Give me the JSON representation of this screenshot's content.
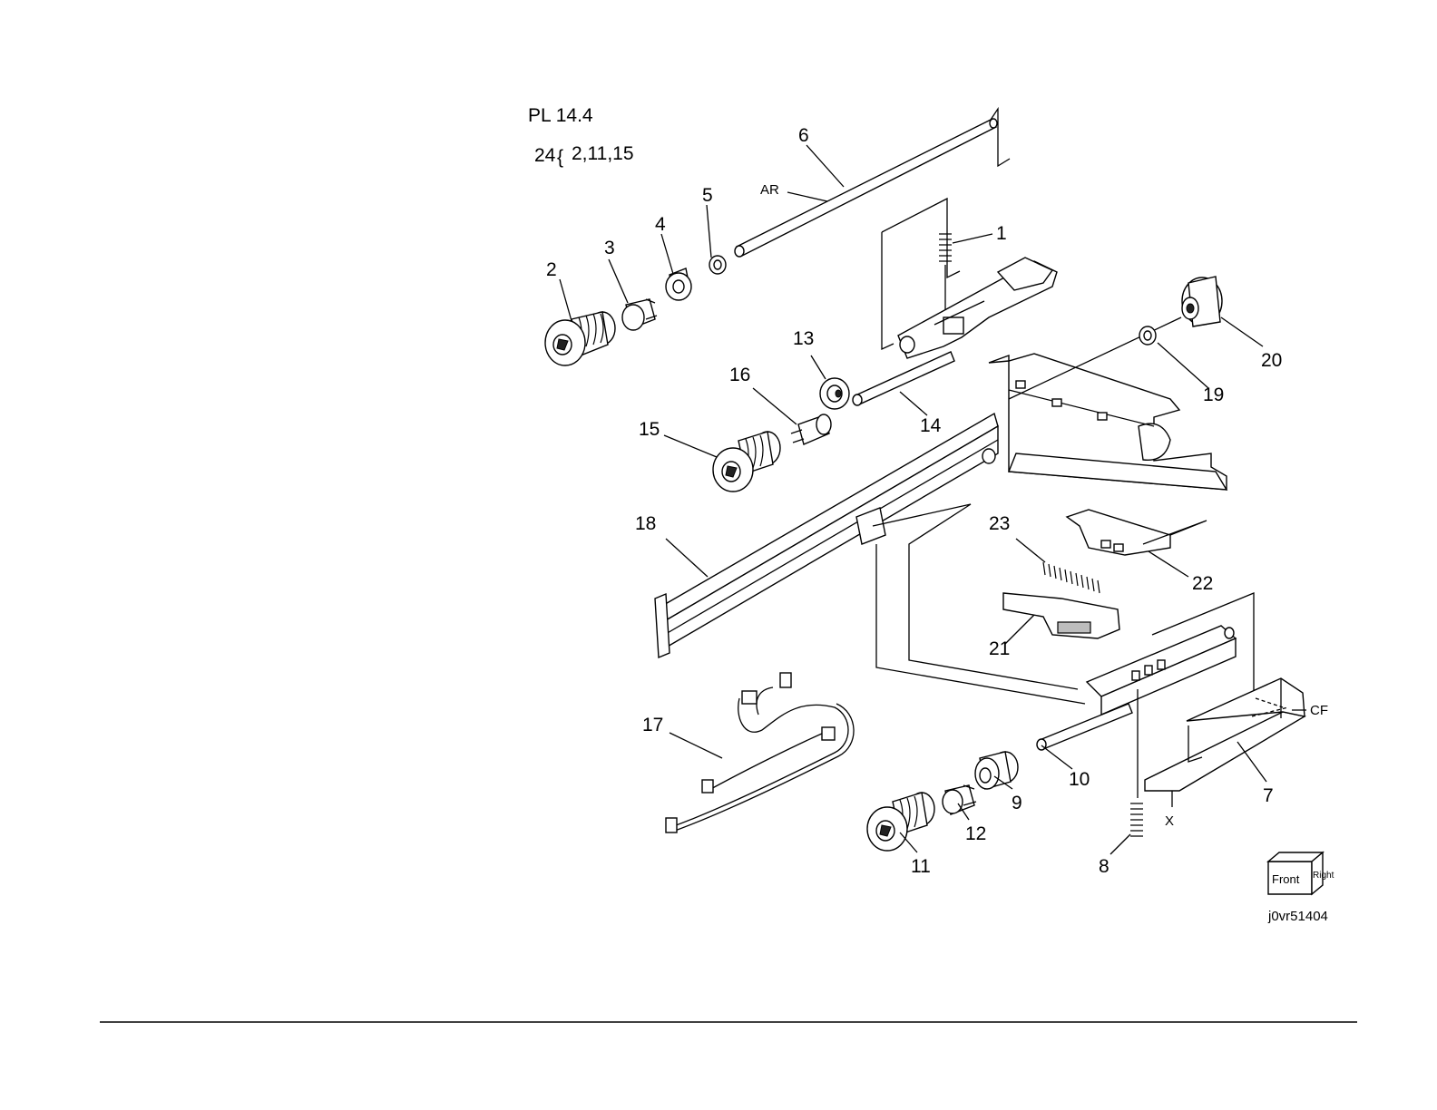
{
  "header": {
    "plate": "PL 14.4",
    "kit_number": "24",
    "kit_brace": "{",
    "kit_parts": "2,11,15"
  },
  "callouts": [
    "1",
    "2",
    "3",
    "4",
    "5",
    "6",
    "7",
    "8",
    "9",
    "10",
    "11",
    "12",
    "13",
    "14",
    "15",
    "16",
    "17",
    "18",
    "19",
    "20",
    "21",
    "22",
    "23"
  ],
  "notes": {
    "ar": "AR",
    "cf": "CF",
    "x": "X"
  },
  "orientation": {
    "front": "Front",
    "right": "Right"
  },
  "figure_id": "j0vr51404"
}
